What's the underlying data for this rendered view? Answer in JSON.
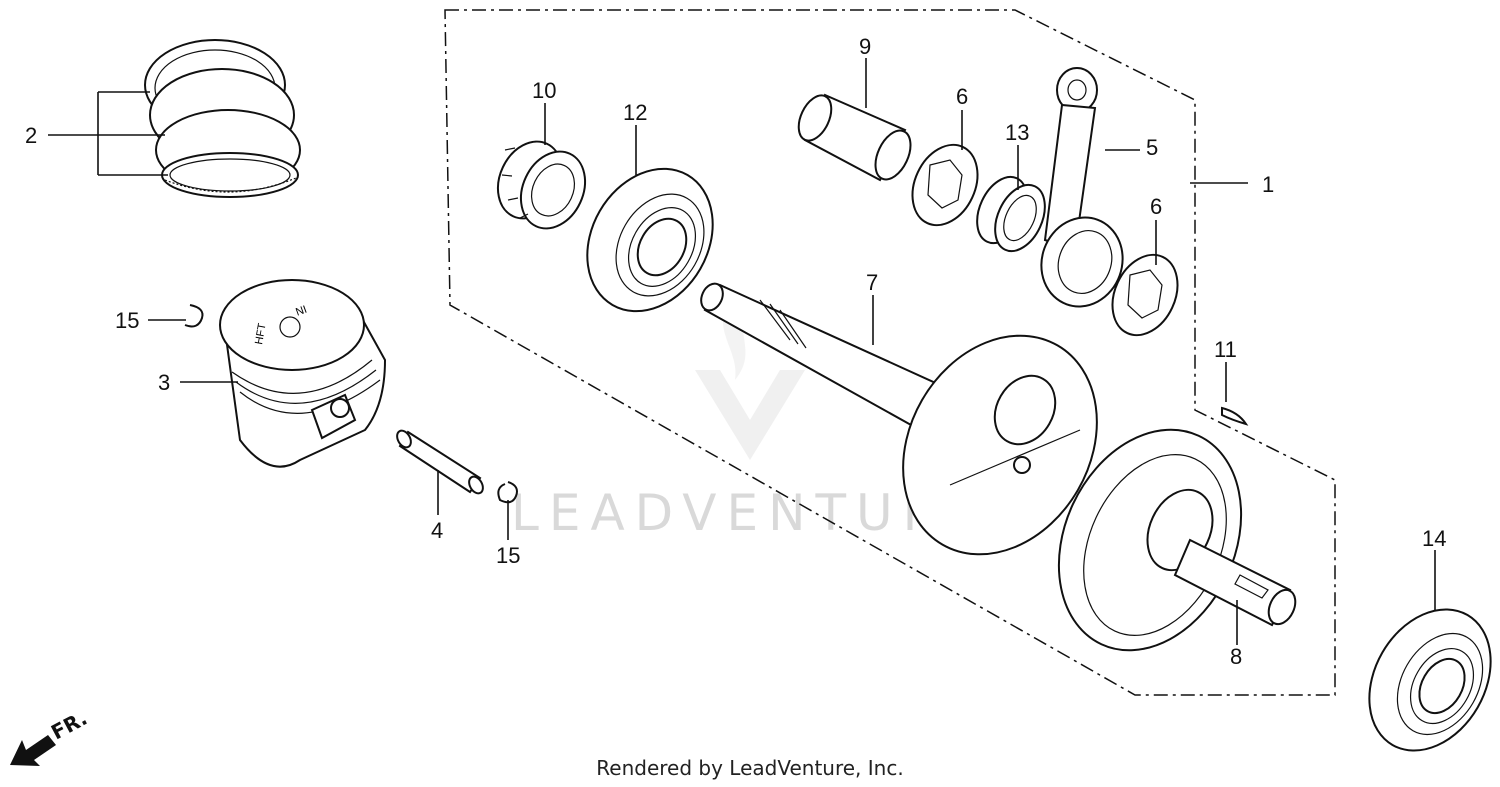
{
  "diagram": {
    "watermark": "LEADVENTURE",
    "direction_marker": "FR.",
    "footer": "Rendered by LeadVenture, Inc.",
    "callouts": {
      "c1": "1",
      "c2": "2",
      "c3": "3",
      "c4": "4",
      "c5": "5",
      "c6a": "6",
      "c6b": "6",
      "c7": "7",
      "c8": "8",
      "c9": "9",
      "c10": "10",
      "c11": "11",
      "c12": "12",
      "c13": "13",
      "c14": "14",
      "c15a": "15",
      "c15b": "15"
    },
    "piston_marks": {
      "mark_a": "HFT",
      "mark_b": "IN"
    }
  }
}
